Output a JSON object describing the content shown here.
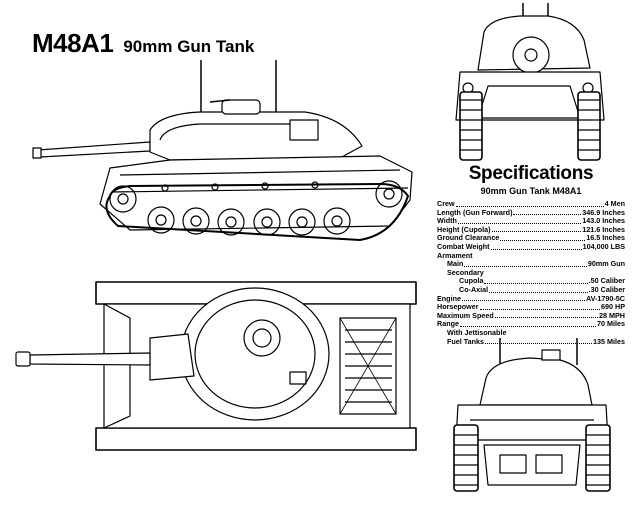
{
  "title": {
    "model": "M48A1",
    "subtitle": "90mm Gun Tank"
  },
  "specs": {
    "heading": "Specifications",
    "subtitle": "90mm Gun Tank M48A1",
    "rows": [
      {
        "label": "Crew",
        "value": "4 Men"
      },
      {
        "label": "Length (Gun Forward)",
        "value": "346.9 Inches"
      },
      {
        "label": "Width",
        "value": "143.0 Inches"
      },
      {
        "label": "Height (Cupola)",
        "value": "121.6 Inches"
      },
      {
        "label": "Ground Clearance",
        "value": "16.5 Inches"
      },
      {
        "label": "Combat Weight",
        "value": "104,000 LBS"
      },
      {
        "label": "Armament",
        "value": ""
      },
      {
        "label": "Main",
        "value": "90mm Gun"
      },
      {
        "label": "Secondary",
        "value": ""
      },
      {
        "label": "Cupola",
        "value": ".50 Caliber"
      },
      {
        "label": "Co-Axial",
        "value": ".30 Caliber"
      },
      {
        "label": "Engine",
        "value": "AV-1790-5C"
      },
      {
        "label": "Horsepower",
        "value": "690 HP"
      },
      {
        "label": "Maximum Speed",
        "value": "28 MPH"
      },
      {
        "label": "Range",
        "value": "70 Miles"
      },
      {
        "label": "With Jettisonable",
        "value": ""
      },
      {
        "label": "Fuel Tanks",
        "value": "135 Miles"
      }
    ]
  }
}
